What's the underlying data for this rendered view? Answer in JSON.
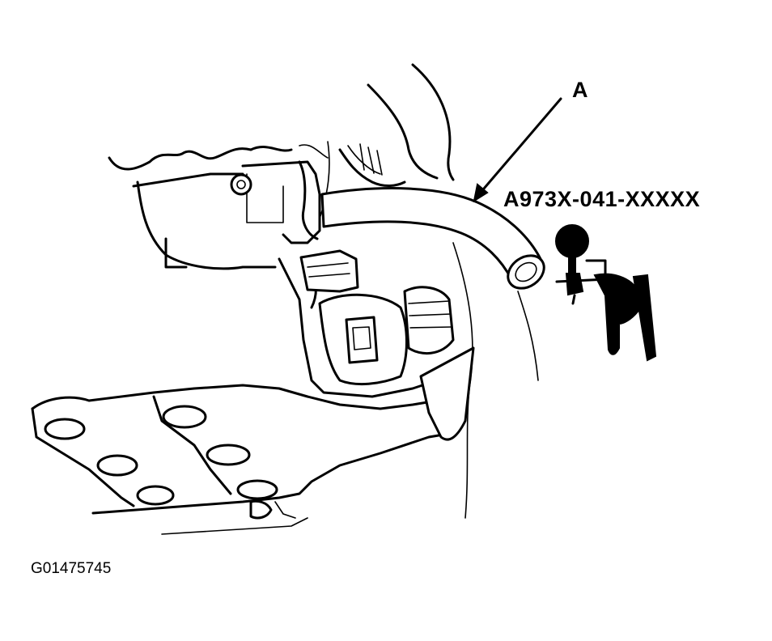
{
  "labels": {
    "callout": "A",
    "part_number": "A973X-041-XXXXX",
    "figure_id": "G01475745"
  },
  "colors": {
    "line": "#000000",
    "background": "#ffffff"
  },
  "icons": {
    "tester": "vacuum-pump-gauge-icon"
  }
}
